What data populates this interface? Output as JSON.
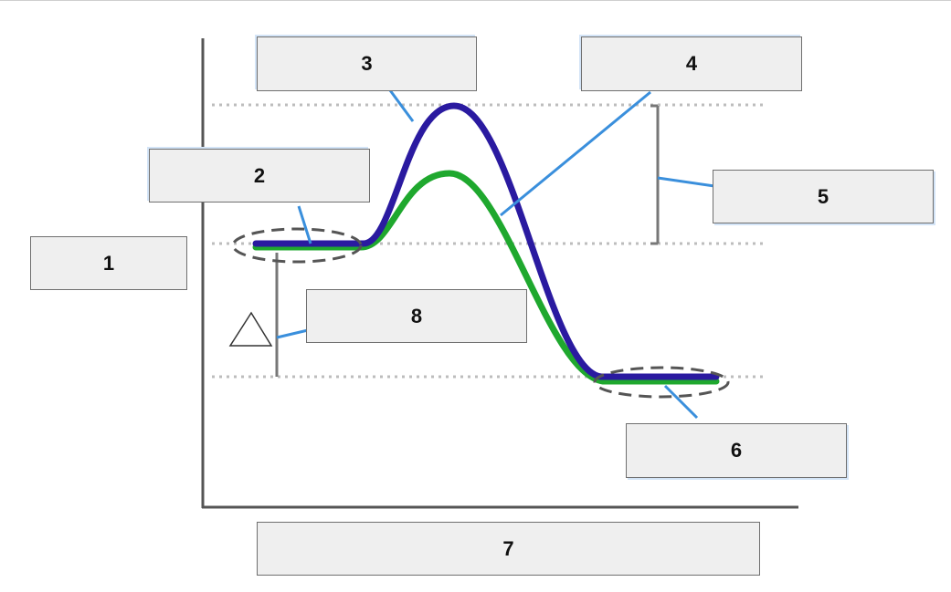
{
  "diagram": {
    "labels": [
      "1",
      "2",
      "3",
      "4",
      "5",
      "6",
      "7",
      "8"
    ],
    "delta_symbol_icon": "triangle-icon"
  },
  "colors": {
    "uncatalyzed_curve": "#2a1aa0",
    "catalyzed_curve": "#1fa82e",
    "leader_line": "#3a8fdc",
    "axis": "#555555",
    "dotted_guide": "#bdbdbd",
    "box_fill": "#efefef"
  }
}
